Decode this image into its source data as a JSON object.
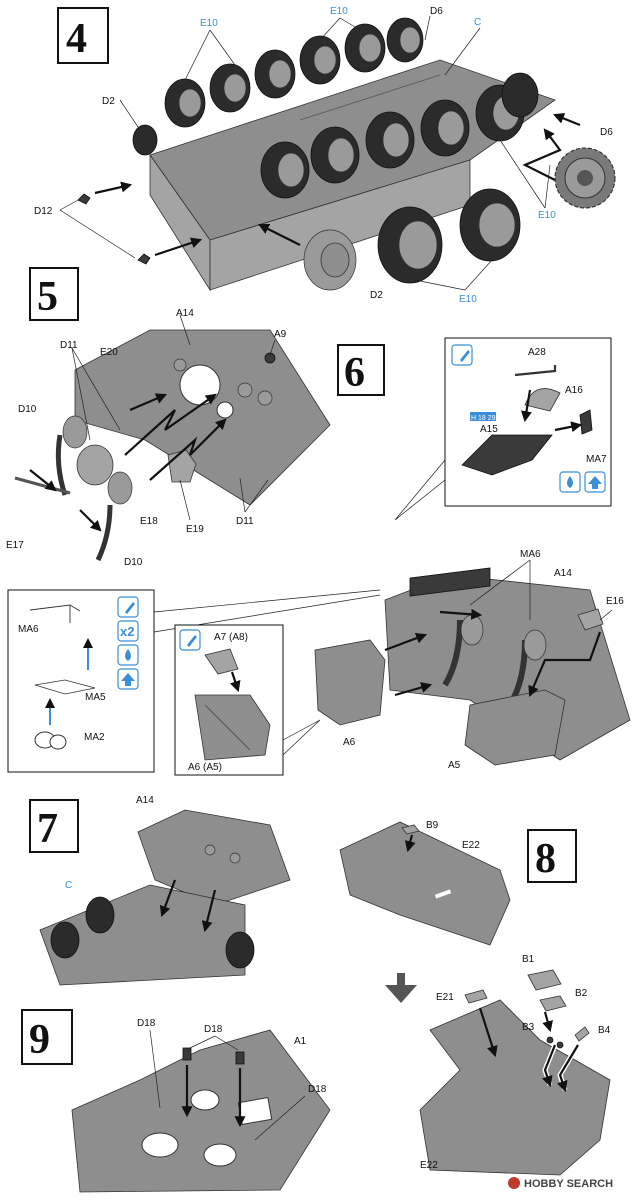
{
  "steps": {
    "s4": "4",
    "s5": "5",
    "s6": "6",
    "s7": "7",
    "s8": "8",
    "s9": "9"
  },
  "step4": {
    "e10_a": "E10",
    "e10_b": "E10",
    "e10_c": "E10",
    "e10_d": "E10",
    "d6_top": "D6",
    "d6_right": "D6",
    "c": "C",
    "d2_left": "D2",
    "d2_bottom": "D2",
    "d12": "D12"
  },
  "step5": {
    "a14": "A14",
    "a9": "A9",
    "d11_top": "D11",
    "e20": "E20",
    "d10_top": "D10",
    "e18": "E18",
    "e19": "E19",
    "d11_bottom": "D11",
    "e17": "E17",
    "d10_bottom": "D10"
  },
  "step6": {
    "a28": "A28",
    "a16": "A16",
    "a15": "A15",
    "ma7": "MA7",
    "paint_code": "H 18 29"
  },
  "sub_left": {
    "ma6": "MA6",
    "ma5": "MA5",
    "ma2": "MA2",
    "x2": "x2"
  },
  "sub_mid": {
    "a7": "A7 (A8)",
    "a6": "A6 (A5)"
  },
  "main6": {
    "ma6": "MA6",
    "a14": "A14",
    "e16": "E16",
    "a6": "A6",
    "a5": "A5"
  },
  "step7": {
    "a14": "A14",
    "c": "C"
  },
  "step8": {
    "b9": "B9",
    "e22_top": "E22",
    "b1": "B1",
    "b2": "B2",
    "e21": "E21",
    "b3": "B3",
    "b4": "B4",
    "e22_bottom": "E22"
  },
  "step9": {
    "d18_top": "D18",
    "d18_left": "D18",
    "a1": "A1",
    "d18_right": "D18"
  },
  "watermark": "HOBBY SEARCH",
  "colors": {
    "part_blue": "#3b8fd6",
    "plate_gray": "#8e8e8e",
    "tire": "#2b2b2b"
  }
}
